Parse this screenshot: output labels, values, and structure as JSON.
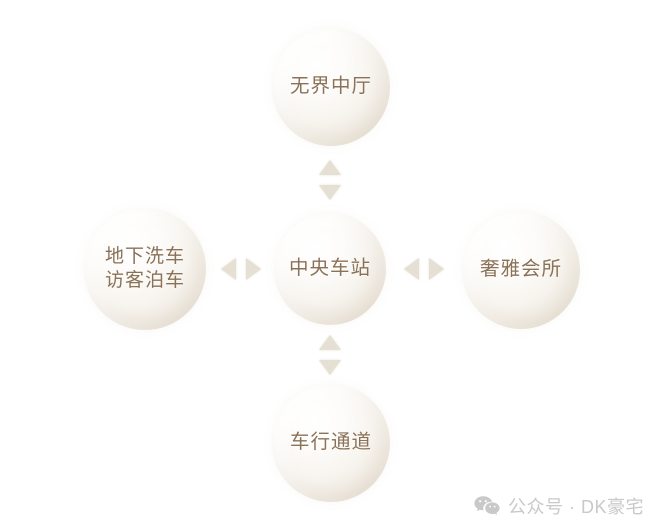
{
  "diagram": {
    "title": "中央车站",
    "background_color": "#ffffff",
    "text_color": "#8a7257",
    "sphere_color": "#f4efe8",
    "arrow_color": "#e6e0d4",
    "nodes": {
      "center": {
        "label": "中央车站",
        "lines": [
          "中央车站"
        ]
      },
      "top": {
        "label": "无界中厅",
        "lines": [
          "无界中厅"
        ]
      },
      "left": {
        "label": "地下洗车访客泊车",
        "lines": [
          "地下洗车",
          "访客泊车"
        ]
      },
      "right": {
        "label": "奢雅会所",
        "lines": [
          "奢雅会所"
        ]
      },
      "bottom": {
        "label": "车行通道",
        "lines": [
          "车行通道"
        ]
      }
    },
    "connectors": {
      "left": {
        "from": "center",
        "to": "left",
        "direction": "bidirectional"
      },
      "right": {
        "from": "center",
        "to": "right",
        "direction": "bidirectional"
      },
      "top": {
        "from": "center",
        "to": "top",
        "direction": "bidirectional"
      },
      "bottom": {
        "from": "center",
        "to": "bottom",
        "direction": "bidirectional"
      }
    }
  },
  "watermark": {
    "icon": "wechat-icon",
    "text": "公众号 · DK豪宅",
    "color": "#c9c9c9"
  }
}
